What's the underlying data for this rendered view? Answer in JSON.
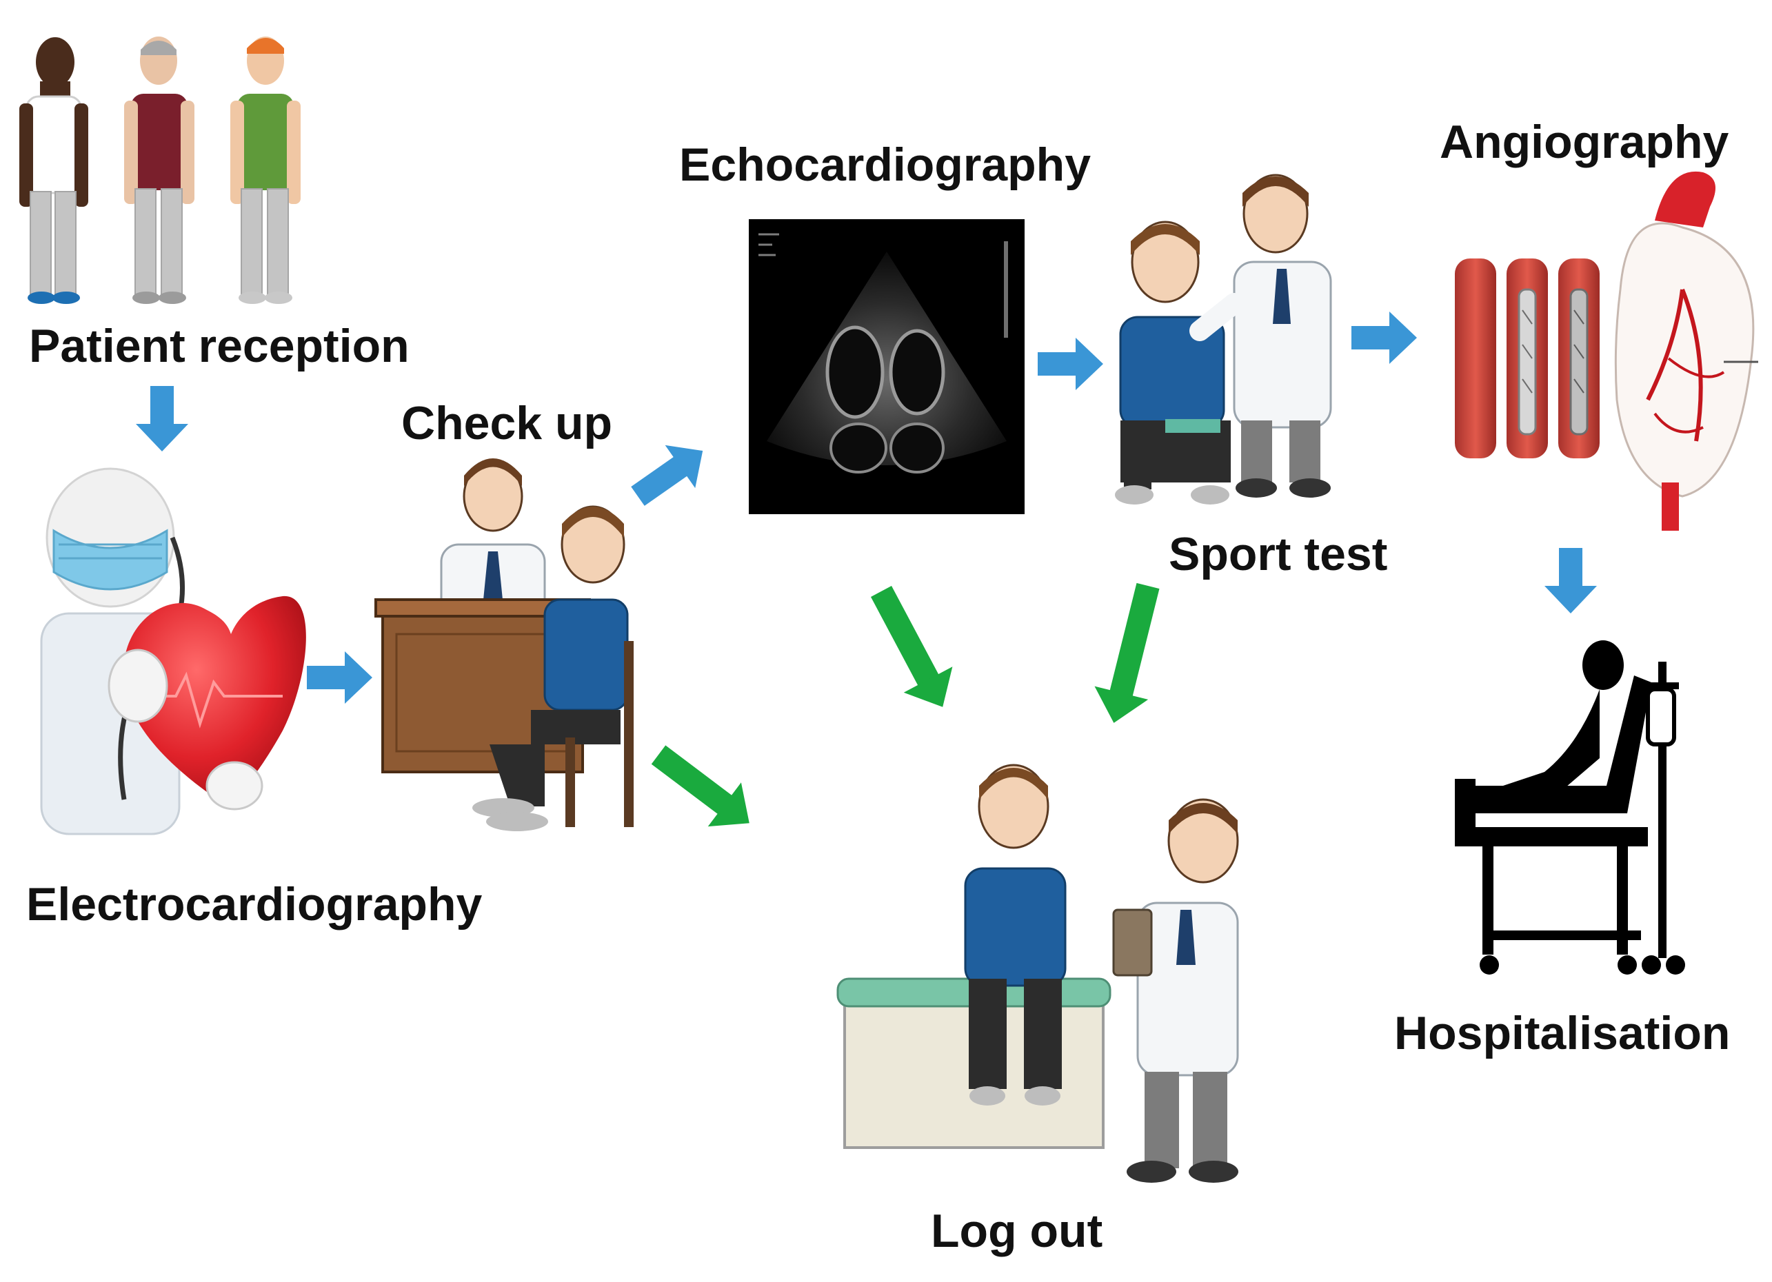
{
  "stages": {
    "patient_reception": "Patient reception",
    "electrocardiography": "Electrocardiography",
    "check_up": "Check up",
    "echocardiography": "Echocardiography",
    "sport_test": "Sport test",
    "angiography": "Angiography",
    "hospitalisation": "Hospitalisation",
    "log_out": "Log out"
  },
  "colors": {
    "blue_arrow": "#3a96d6",
    "green_arrow": "#1aaa3e",
    "doctor_coat": "#eef2f5",
    "patient_shirt": "#1f5f9e",
    "heart": "#d8222a"
  },
  "icons": [
    "patients-group-icon",
    "doctor-heart-icon",
    "consultation-desk-icon",
    "ultrasound-image-icon",
    "injection-icon",
    "artery-stent-icon",
    "heart-anatomy-icon",
    "hospital-bed-icon",
    "examination-bed-icon"
  ]
}
